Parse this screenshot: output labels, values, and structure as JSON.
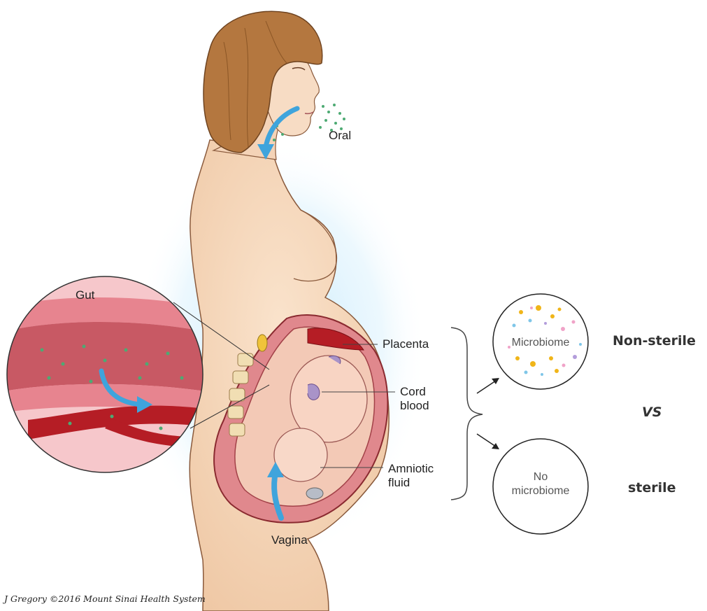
{
  "labels": {
    "oral": "Oral",
    "gut": "Gut",
    "placenta": "Placenta",
    "cord_blood": [
      "Cord",
      "blood"
    ],
    "amniotic_fluid": [
      "Amniotic",
      "fluid"
    ],
    "vagina": "Vagina"
  },
  "comparison": {
    "top": {
      "circle_text": "Microbiome",
      "verdict": "Non-sterile"
    },
    "middle": "VS",
    "bottom": {
      "circle_text": [
        "No",
        "microbiome"
      ],
      "verdict": "sterile"
    }
  },
  "credit": "J Gregory ©2016 Mount Sinai Health System",
  "colors": {
    "skin": "#f7d9bf",
    "hair": "#b4773f",
    "arrow": "#3fa4dc",
    "gut_lining": "#e7848f",
    "vessel": "#b51d25",
    "microbe_green": "#4daa73"
  },
  "icons": [
    "flow-arrow-icon",
    "microbe-dots-icon",
    "bracket-icon"
  ]
}
